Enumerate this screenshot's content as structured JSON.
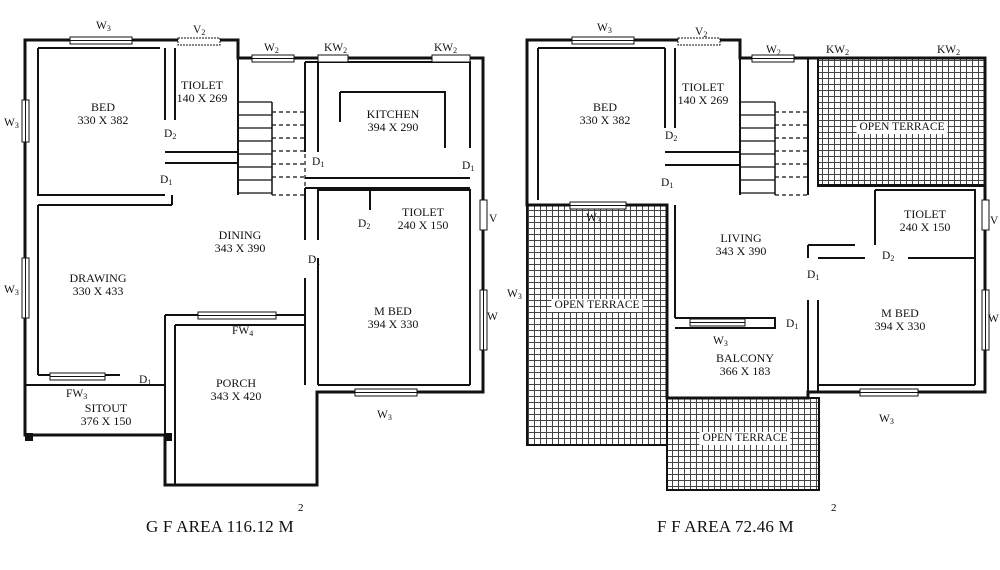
{
  "ground_floor": {
    "rooms": {
      "bed": {
        "name": "BED",
        "size": "330 X 382"
      },
      "toilet": {
        "name": "TIOLET",
        "size": "140 X 269"
      },
      "kitchen": {
        "name": "KITCHEN",
        "size": "394 X 290"
      },
      "dining": {
        "name": "DINING",
        "size": "343 X 390"
      },
      "toilet2": {
        "name": "TIOLET",
        "size": "240  X 150"
      },
      "drawing": {
        "name": "DRAWING",
        "size": "330 X 433"
      },
      "mbed": {
        "name": "M BED",
        "size": "394 X 330"
      },
      "porch": {
        "name": "PORCH",
        "size": "343 X 420"
      },
      "sitout": {
        "name": "SITOUT",
        "size": "376 X 150"
      }
    },
    "tags": {
      "w3_top": "W3",
      "v2_top": "V2",
      "w2_top": "W2",
      "kw2_a": "KW2",
      "kw2_b": "KW2",
      "w3_left_a": "W3",
      "w3_left_b": "W3",
      "d2_a": "D2",
      "d1_a": "D1",
      "d1_kit_l": "D1",
      "d1_kit_r": "D1",
      "d2_b": "D2",
      "v_right": "V",
      "d1_b": "D1",
      "w_right": "W",
      "fw4": "FW4",
      "fw3": "FW3",
      "d1_c": "D1",
      "w3_bottom": "W3"
    },
    "area": "G F AREA 116.12 M",
    "area_sup": "2"
  },
  "first_floor": {
    "rooms": {
      "bed": {
        "name": "BED",
        "size": "330 X 382"
      },
      "toilet": {
        "name": "TIOLET",
        "size": "140 X 269"
      },
      "living": {
        "name": "LIVING",
        "size": "343 X 390"
      },
      "toilet2": {
        "name": "TIOLET",
        "size": "240  X 150"
      },
      "mbed": {
        "name": "M BED",
        "size": "394 X 330"
      },
      "balcony": {
        "name": "BALCONY",
        "size": "366 X 183"
      }
    },
    "terraces": {
      "t1": "OPEN TERRACE",
      "t2": "OPEN TERRACE",
      "t3": "OPEN TERRACE"
    },
    "tags": {
      "w3_top": "W3",
      "v2_top": "V2",
      "w2_top": "W2",
      "kw2_a": "KW2",
      "kw2_b": "KW2",
      "d2_a": "D2",
      "d1_a": "D1",
      "w3_mid": "W3",
      "w3_left": "W3",
      "v_right": "V",
      "d1_b": "D1",
      "d2_b": "D2",
      "w_right": "W",
      "w3_bal": "W3",
      "d1_c": "D1",
      "w3_bottom": "W3"
    },
    "area": "F F AREA 72.46 M",
    "area_sup": "2"
  },
  "colors": {
    "wall": "#111111",
    "hatch": "#444444",
    "background": "#ffffff"
  }
}
